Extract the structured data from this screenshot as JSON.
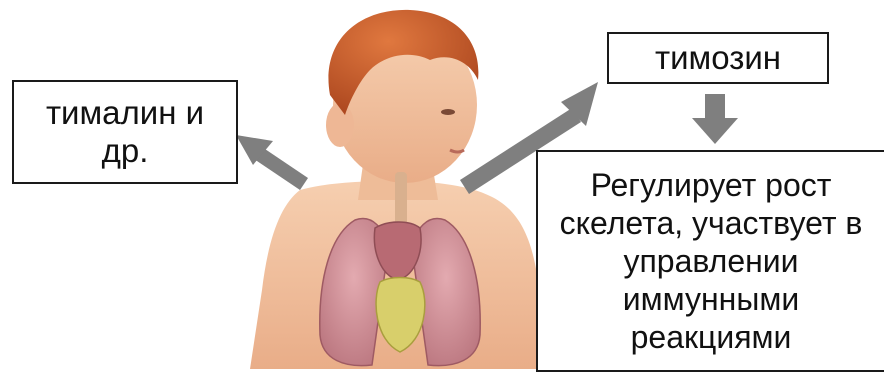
{
  "boxes": {
    "left": {
      "lines": [
        "тималин и",
        "др."
      ]
    },
    "thymosin": {
      "text": "тимозин"
    },
    "function": {
      "lines": [
        "Регулирует рост",
        "скелета, участвует в",
        "управлении",
        "иммунными",
        "реакциями"
      ]
    }
  },
  "colors": {
    "arrow": "#7f7f7f",
    "skin": "#f4c5a3",
    "hair": "#c4582a",
    "lung": "#c98a91",
    "heart": "#d8cf6b",
    "thymus": "#b56f76"
  },
  "icons": [
    "arrow-left-up",
    "arrow-right-up",
    "arrow-down"
  ]
}
